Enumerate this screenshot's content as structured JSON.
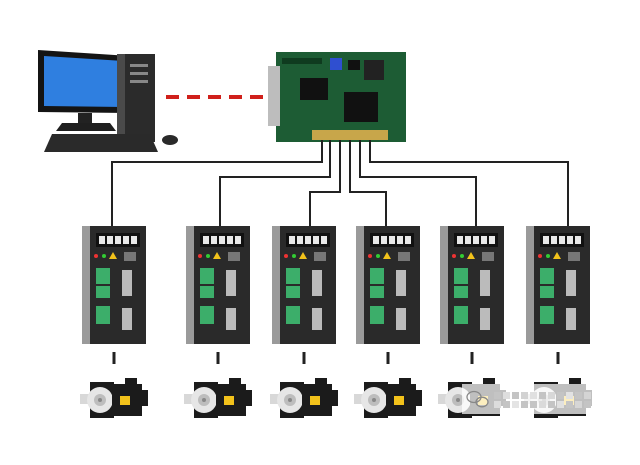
{
  "diagram": {
    "nodes": [
      {
        "id": "pc",
        "kind": "desktop-computer"
      },
      {
        "id": "controller",
        "kind": "pci-motion-control-card"
      },
      {
        "id": "drive-1",
        "kind": "servo-drive"
      },
      {
        "id": "drive-2",
        "kind": "servo-drive"
      },
      {
        "id": "drive-3",
        "kind": "servo-drive"
      },
      {
        "id": "drive-4",
        "kind": "servo-drive"
      },
      {
        "id": "drive-5",
        "kind": "servo-drive"
      },
      {
        "id": "drive-6",
        "kind": "servo-drive"
      },
      {
        "id": "motor-1",
        "kind": "servo-motor"
      },
      {
        "id": "motor-2",
        "kind": "servo-motor"
      },
      {
        "id": "motor-3",
        "kind": "servo-motor"
      },
      {
        "id": "motor-4",
        "kind": "servo-motor"
      },
      {
        "id": "motor-5",
        "kind": "servo-motor"
      },
      {
        "id": "motor-6",
        "kind": "servo-motor"
      }
    ],
    "edges": [
      {
        "from": "pc",
        "to": "controller",
        "style": "dashed",
        "color": "#d0201b"
      },
      {
        "from": "controller",
        "to": "drive-1",
        "style": "solid",
        "color": "#222222"
      },
      {
        "from": "controller",
        "to": "drive-2",
        "style": "solid",
        "color": "#222222"
      },
      {
        "from": "controller",
        "to": "drive-3",
        "style": "solid",
        "color": "#222222"
      },
      {
        "from": "controller",
        "to": "drive-4",
        "style": "solid",
        "color": "#222222"
      },
      {
        "from": "controller",
        "to": "drive-5",
        "style": "solid",
        "color": "#222222"
      },
      {
        "from": "controller",
        "to": "drive-6",
        "style": "solid",
        "color": "#222222"
      },
      {
        "from": "drive-1",
        "to": "motor-1",
        "style": "solid",
        "color": "#222222"
      },
      {
        "from": "drive-2",
        "to": "motor-2",
        "style": "solid",
        "color": "#222222"
      },
      {
        "from": "drive-3",
        "to": "motor-3",
        "style": "solid",
        "color": "#222222"
      },
      {
        "from": "drive-4",
        "to": "motor-4",
        "style": "solid",
        "color": "#222222"
      },
      {
        "from": "drive-5",
        "to": "motor-5",
        "style": "solid",
        "color": "#222222"
      },
      {
        "from": "drive-6",
        "to": "motor-6",
        "style": "solid",
        "color": "#222222"
      }
    ]
  },
  "colors": {
    "pcb": "#1d5c34",
    "drive_body": "#2a2a2a",
    "drive_side": "#9a9a9a",
    "terminal": "#3cae6a",
    "motor_body": "#1b1b1b",
    "shaft": "#c9c9c9",
    "warning_label": "#f2c21b"
  },
  "watermark": {
    "icon": "chat-bubbles-icon"
  }
}
